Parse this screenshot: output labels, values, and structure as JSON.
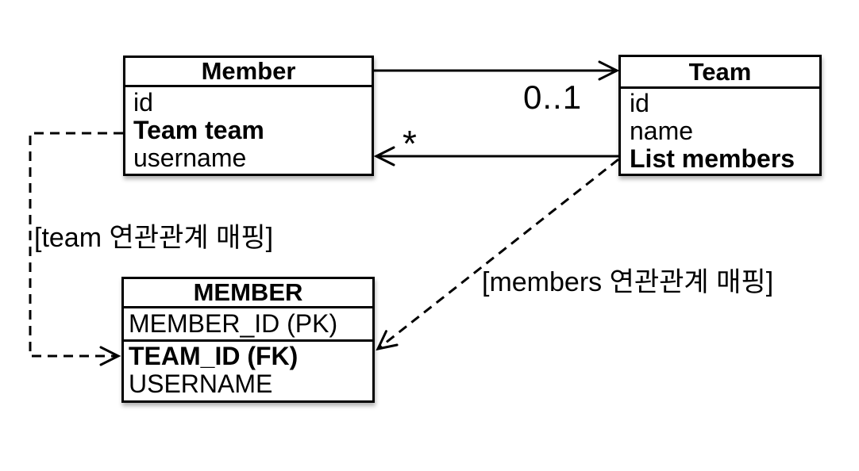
{
  "entities": {
    "member_class": {
      "title": "Member",
      "attributes": [
        {
          "label": "id",
          "emphasis": false
        },
        {
          "label": "Team team",
          "emphasis": true
        },
        {
          "label": "username",
          "emphasis": false
        }
      ]
    },
    "team_class": {
      "title": "Team",
      "attributes": [
        {
          "label": "id",
          "emphasis": false
        },
        {
          "label": "name",
          "emphasis": false
        },
        {
          "label": "List members",
          "emphasis": true
        }
      ]
    },
    "member_table": {
      "title": "MEMBER",
      "columns": [
        {
          "label": "MEMBER_ID (PK)",
          "emphasis": false
        },
        {
          "label": "TEAM_ID (FK)",
          "emphasis": true
        },
        {
          "label": "USERNAME",
          "emphasis": false
        }
      ]
    }
  },
  "relations": {
    "member_to_team": {
      "multiplicity": "0..1",
      "style": "solid-arrow"
    },
    "team_to_member": {
      "multiplicity": "*",
      "style": "solid-arrow"
    },
    "team_mapping": {
      "label": "[team 연관관계 매핑]",
      "style": "dashed-arrow"
    },
    "members_mapping": {
      "label": "[members 연관관계 매핑]",
      "style": "dashed-arrow"
    }
  },
  "colors": {
    "line": "#000000",
    "background": "#ffffff",
    "box_fill": "#ffffff",
    "text": "#000000"
  }
}
